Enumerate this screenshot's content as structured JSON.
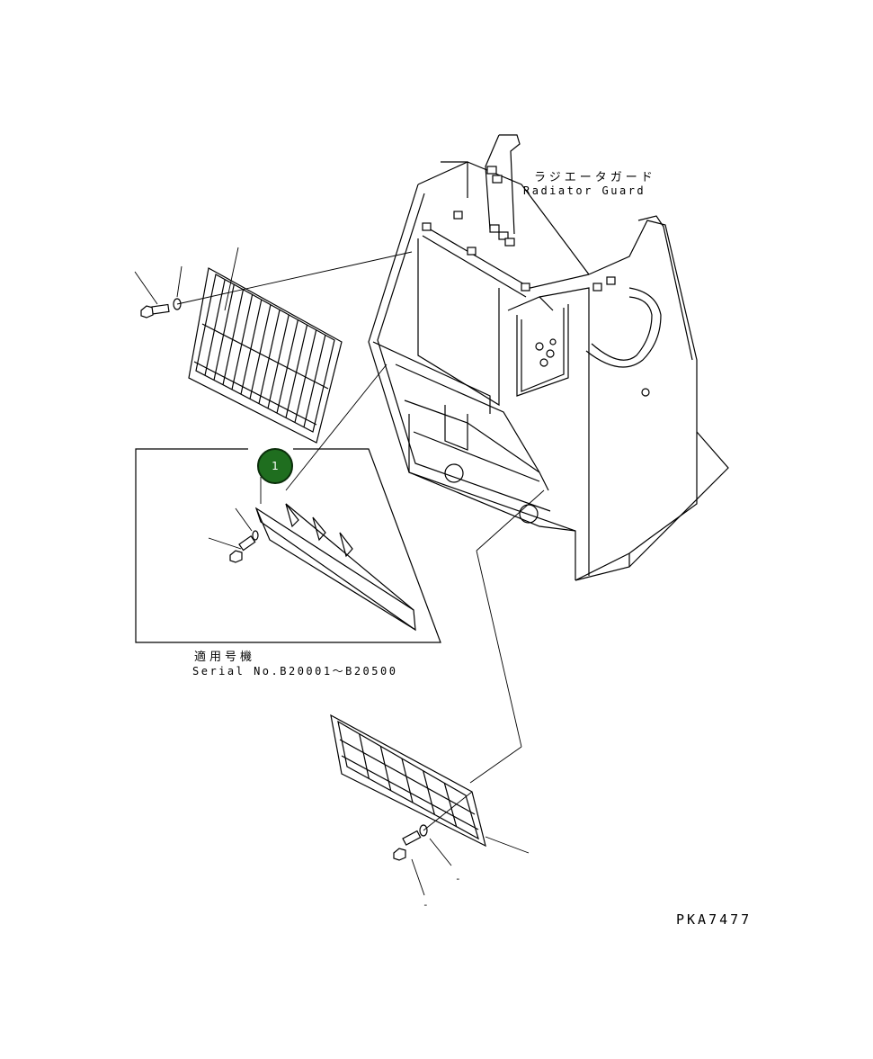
{
  "labels": {
    "radiator_guard_jp": "ラジエータガード",
    "radiator_guard_en": "Radiator Guard",
    "serial_jp": "適用号機",
    "serial_en": "Serial No.B20001〜B20500",
    "drawing_code": "PKA7477",
    "callout_number": "1",
    "dash_a": "-",
    "dash_b": "-"
  },
  "colors": {
    "callout_fill": "#1f6e1f",
    "line": "#000000",
    "background": "#ffffff"
  }
}
